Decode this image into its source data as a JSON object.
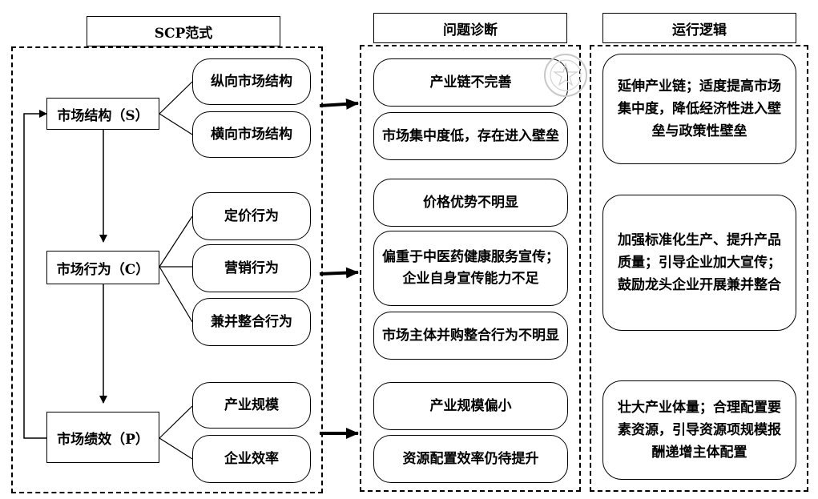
{
  "headers": {
    "scp": "SCP范式",
    "diagnosis": "问题诊断",
    "logic": "运行逻辑"
  },
  "scp": {
    "structure": {
      "label": "市场结构（S）",
      "subs": [
        "纵向市场结构",
        "横向市场结构"
      ]
    },
    "conduct": {
      "label": "市场行为（C）",
      "subs": [
        "定价行为",
        "营销行为",
        "兼并整合行为"
      ]
    },
    "performance": {
      "label": "市场绩效（P）",
      "subs": [
        "产业规模",
        "企业效率"
      ]
    }
  },
  "diagnosis": {
    "structure": [
      "产业链不完善",
      "市场集中度低，存在进入壁垒"
    ],
    "conduct": [
      "价格优势不明显",
      "偏重于中医药健康服务宣传；企业自身宣传能力不足",
      "市场主体并购整合行为不明显"
    ],
    "performance": [
      "产业规模偏小",
      "资源配置效率仍待提升"
    ]
  },
  "logic": {
    "structure": "延伸产业链；适度提高市场集中度，降低经济性进入壁垒与政策性壁垒",
    "conduct": "加强标准化生产、提升产品质量；引导企业加大宣传；鼓励龙头企业开展兼并整合",
    "performance": "壮大产业体量；合理配置要素资源，引导资源项规模报酬递增主体配置"
  }
}
